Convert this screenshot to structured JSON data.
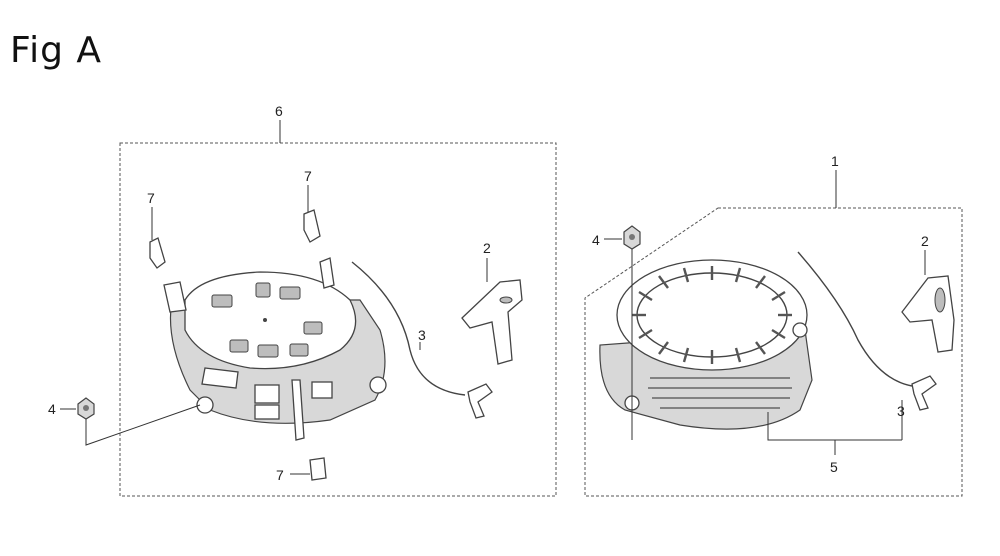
{
  "figure": {
    "title": "Fig A"
  },
  "callouts": {
    "left_assembly": "6",
    "left_grip": "2",
    "left_rope": "3",
    "left_nut": "4",
    "left_pawl_a": "7",
    "left_pawl_b": "7",
    "left_pawl_c": "7",
    "right_assembly": "1",
    "right_grip": "2",
    "right_rope": "3",
    "right_nut": "4",
    "right_subassembly": "5"
  }
}
